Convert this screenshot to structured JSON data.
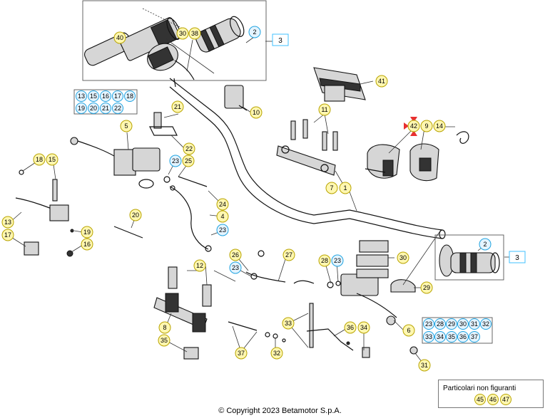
{
  "copyright": "© Copyright 2023 Betamotor S.p.A.",
  "notes": {
    "title": "Particolari non figuranti",
    "items": [
      "45",
      "46",
      "47"
    ]
  },
  "groups": {
    "group_a": [
      "13",
      "15",
      "16",
      "17",
      "18",
      "19",
      "20",
      "21",
      "22"
    ],
    "group_b": [
      "23",
      "28",
      "29",
      "30",
      "31",
      "32",
      "33",
      "34",
      "35",
      "36",
      "37"
    ]
  },
  "refs": {
    "ref_top": "3",
    "ref_right": "3"
  },
  "labels": {
    "l40": "40",
    "l30a": "30",
    "l38": "38",
    "l2a": "2",
    "l41": "41",
    "l10": "10",
    "l11": "11",
    "l42": "42",
    "l9": "9",
    "l14": "14",
    "l21": "21",
    "l5": "5",
    "l22": "22",
    "l18": "18",
    "l15": "15",
    "l23a": "23",
    "l25": "25",
    "l7": "7",
    "l1": "1",
    "l13": "13",
    "l17": "17",
    "l19": "19",
    "l16": "16",
    "l20": "20",
    "l24": "24",
    "l4": "4",
    "l23b": "23",
    "l2b": "2",
    "l26": "26",
    "l27": "27",
    "l23c": "23",
    "l28": "28",
    "l23d": "23",
    "l30b": "30",
    "l12": "12",
    "l29": "29",
    "l8": "8",
    "l35": "35",
    "l33": "33",
    "l36": "36",
    "l34": "34",
    "l6": "6",
    "l37": "37",
    "l32": "32",
    "l31": "31"
  }
}
